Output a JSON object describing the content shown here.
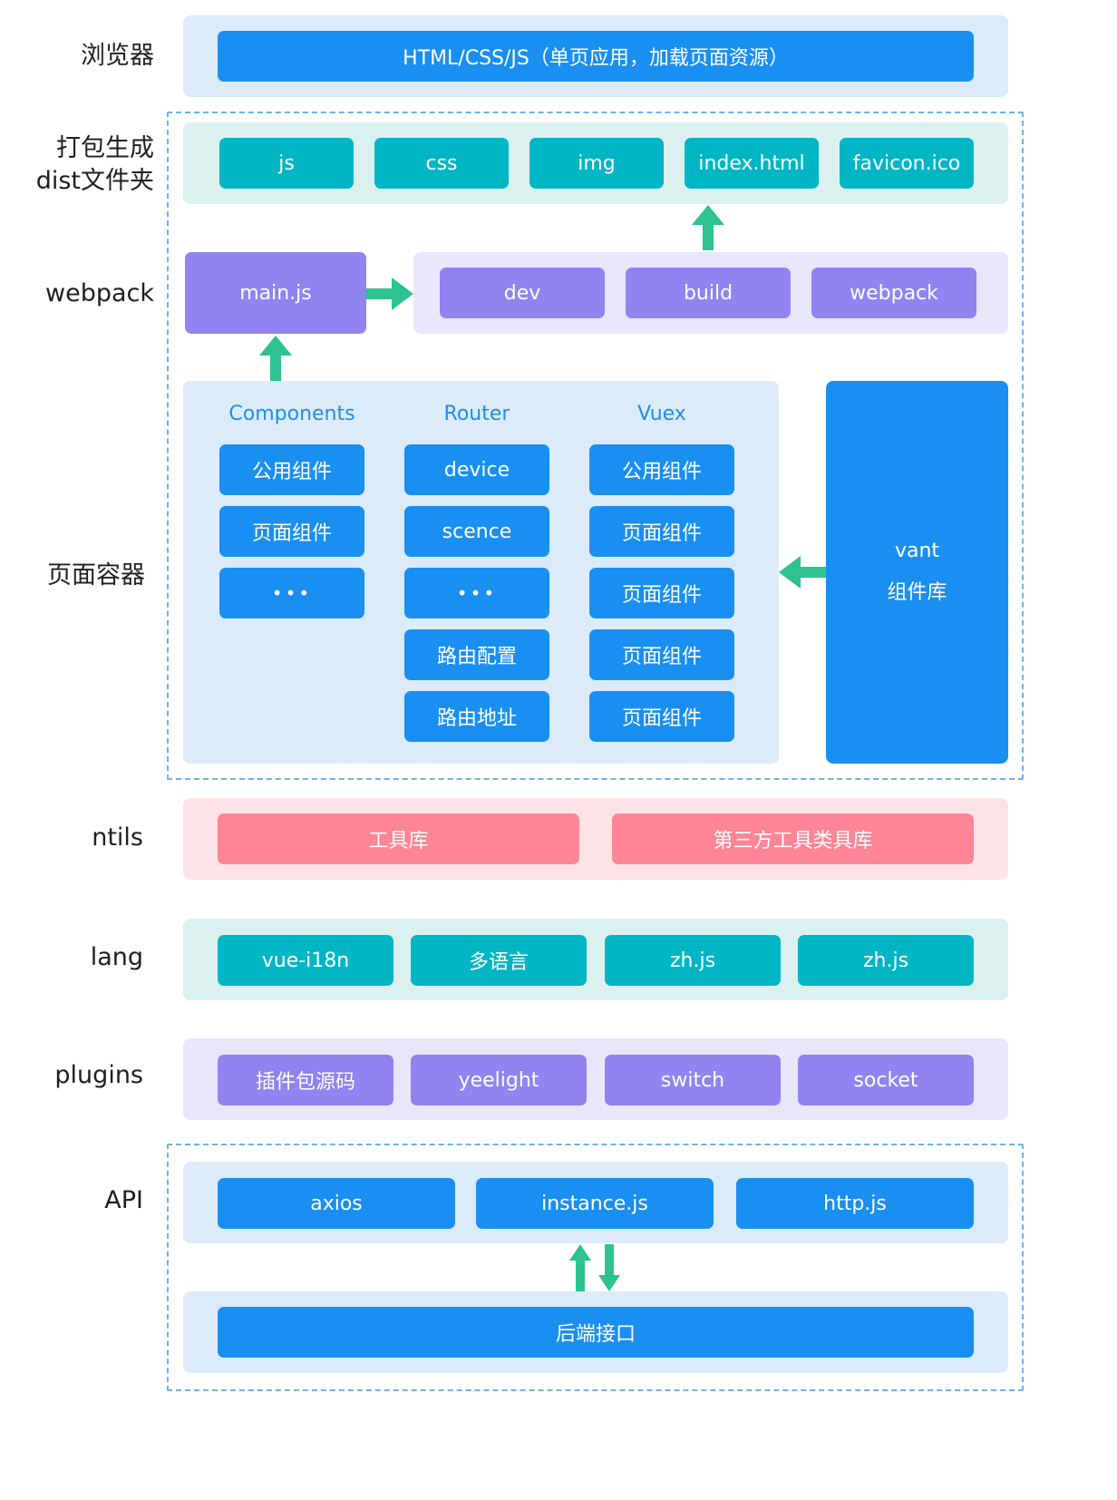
{
  "colors": {
    "blue": "#1a8ff2",
    "teal": "#00b6c4",
    "purple": "#8f84f0",
    "pink": "#fd8595",
    "arrow": "#2dc28f"
  },
  "rows": {
    "browser": {
      "label": "浏览器",
      "box": "HTML/CSS/JS（单页应用，加载页面资源）"
    },
    "dist": {
      "label_line1": "打包生成",
      "label_line2": "dist文件夹",
      "items": [
        "js",
        "css",
        "img",
        "index.html",
        "favicon.ico"
      ]
    },
    "webpack": {
      "label": "webpack",
      "main": "main.js",
      "items": [
        "dev",
        "build",
        "webpack"
      ]
    },
    "page_container": {
      "label": "页面容器",
      "columns": [
        {
          "title": "Components",
          "items": [
            "公用组件",
            "页面组件",
            "•••"
          ]
        },
        {
          "title": "Router",
          "items": [
            "device",
            "scence",
            "•••",
            "路由配置",
            "路由地址"
          ]
        },
        {
          "title": "Vuex",
          "items": [
            "公用组件",
            "页面组件",
            "页面组件",
            "页面组件",
            "页面组件"
          ]
        }
      ],
      "vant_line1": "vant",
      "vant_line2": "组件库"
    },
    "utils": {
      "label": "ntils",
      "items": [
        "工具库",
        "第三方工具类具库"
      ]
    },
    "lang": {
      "label": "lang",
      "items": [
        "vue-i18n",
        "多语言",
        "zh.js",
        "zh.js"
      ]
    },
    "plugins": {
      "label": "plugins",
      "items": [
        "插件包源码",
        "yeelight",
        "switch",
        "socket"
      ]
    },
    "api": {
      "label": "API",
      "items": [
        "axios",
        "instance.js",
        "http.js"
      ],
      "backend": "后端接口"
    }
  }
}
